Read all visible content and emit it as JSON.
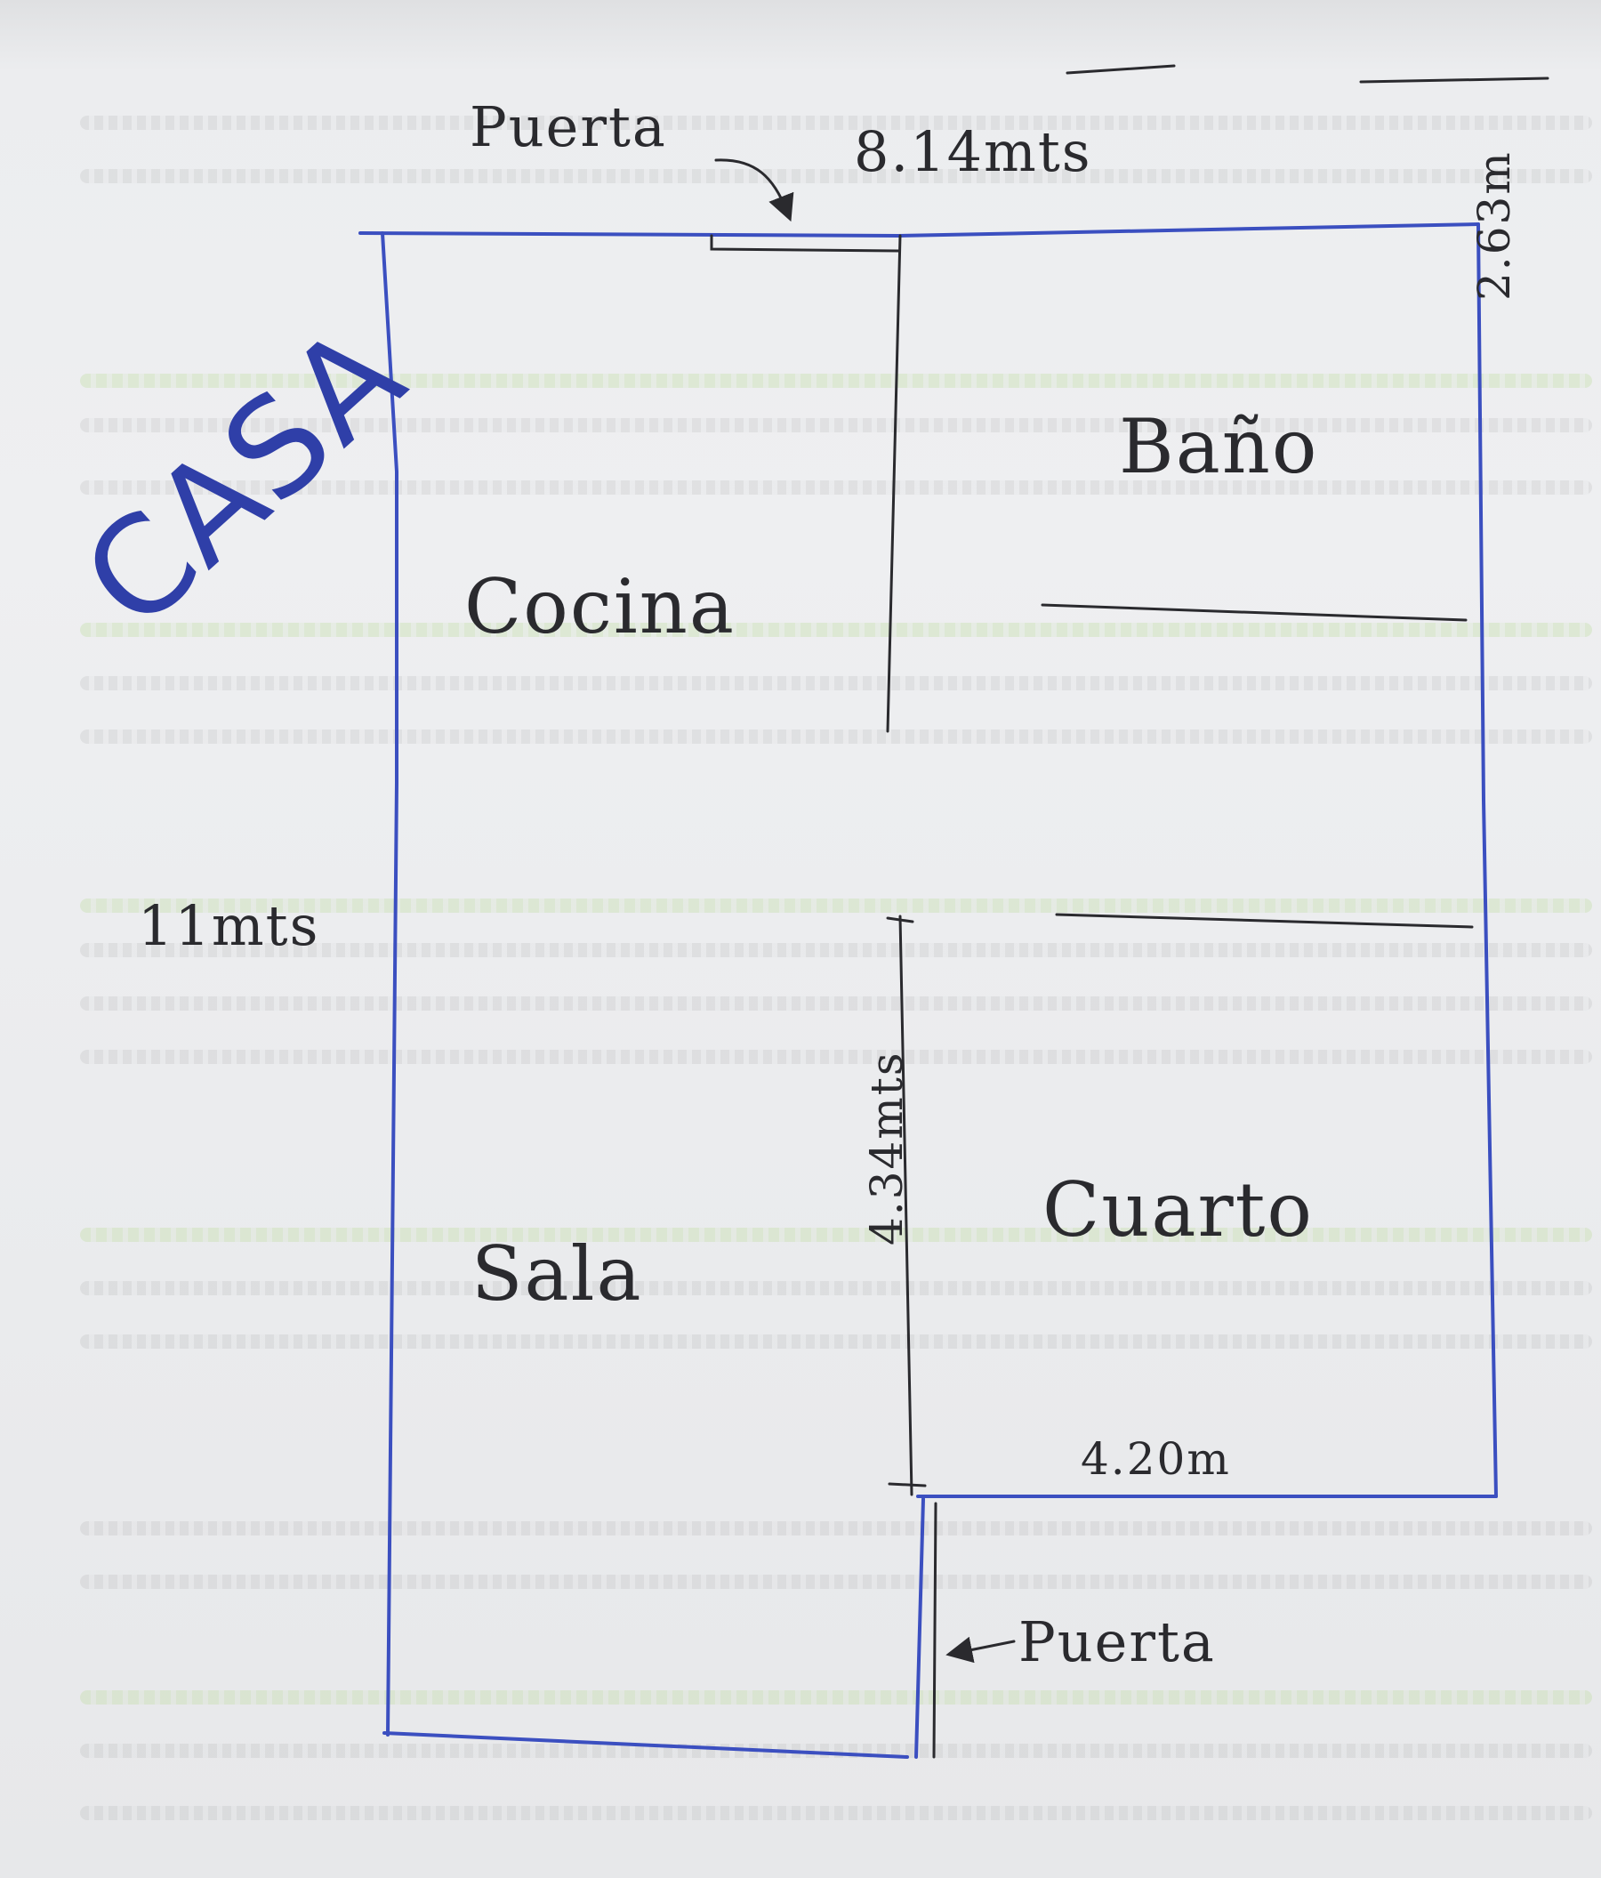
{
  "title": "CASA",
  "rooms": {
    "cocina": "Cocina",
    "bano": "Baño",
    "sala": "Sala",
    "cuarto": "Cuarto"
  },
  "doors": {
    "top": "Puerta",
    "bottom": "Puerta"
  },
  "dimensions": {
    "width_top": "8.14mts",
    "height_left": "11mts",
    "bano_height": "2.63m",
    "cuarto_height": "4.34mts",
    "cuarto_width": "4.20m"
  },
  "colors": {
    "wall_ink": "#3b4fc0",
    "pencil": "#2a2a2e",
    "title_ink": "#2f3fa8"
  }
}
